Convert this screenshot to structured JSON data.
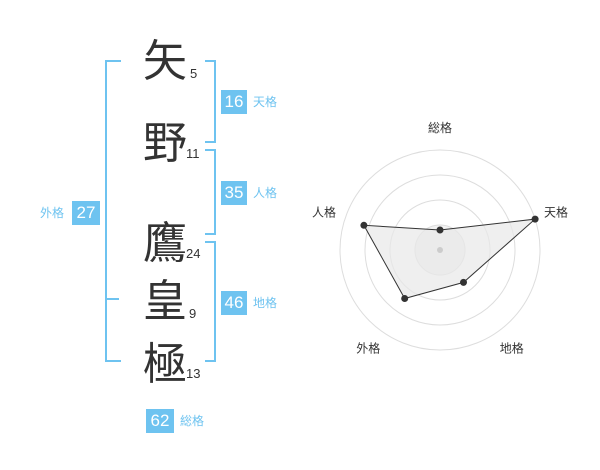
{
  "kanji": [
    {
      "char": "矢",
      "strokes": "5"
    },
    {
      "char": "野",
      "strokes": "11"
    },
    {
      "char": "鷹",
      "strokes": "24"
    },
    {
      "char": "皇",
      "strokes": "9"
    },
    {
      "char": "極",
      "strokes": "13"
    }
  ],
  "kaku": {
    "ten": {
      "value": "16",
      "label": "天格"
    },
    "jin": {
      "value": "35",
      "label": "人格"
    },
    "chi": {
      "value": "46",
      "label": "地格"
    },
    "gai": {
      "value": "27",
      "label": "外格"
    },
    "sou": {
      "value": "62",
      "label": "総格"
    }
  },
  "chart_data": {
    "type": "radar",
    "axes": [
      "総格",
      "天格",
      "地格",
      "外格",
      "人格"
    ],
    "values": [
      0.2,
      1.0,
      0.4,
      0.6,
      0.8
    ],
    "range": [
      0,
      1
    ],
    "rings": 4,
    "colors": {
      "accent": "#6ec3f0",
      "line": "#333333",
      "fill": "#e8e8e8",
      "ring": "#dddddd"
    }
  }
}
